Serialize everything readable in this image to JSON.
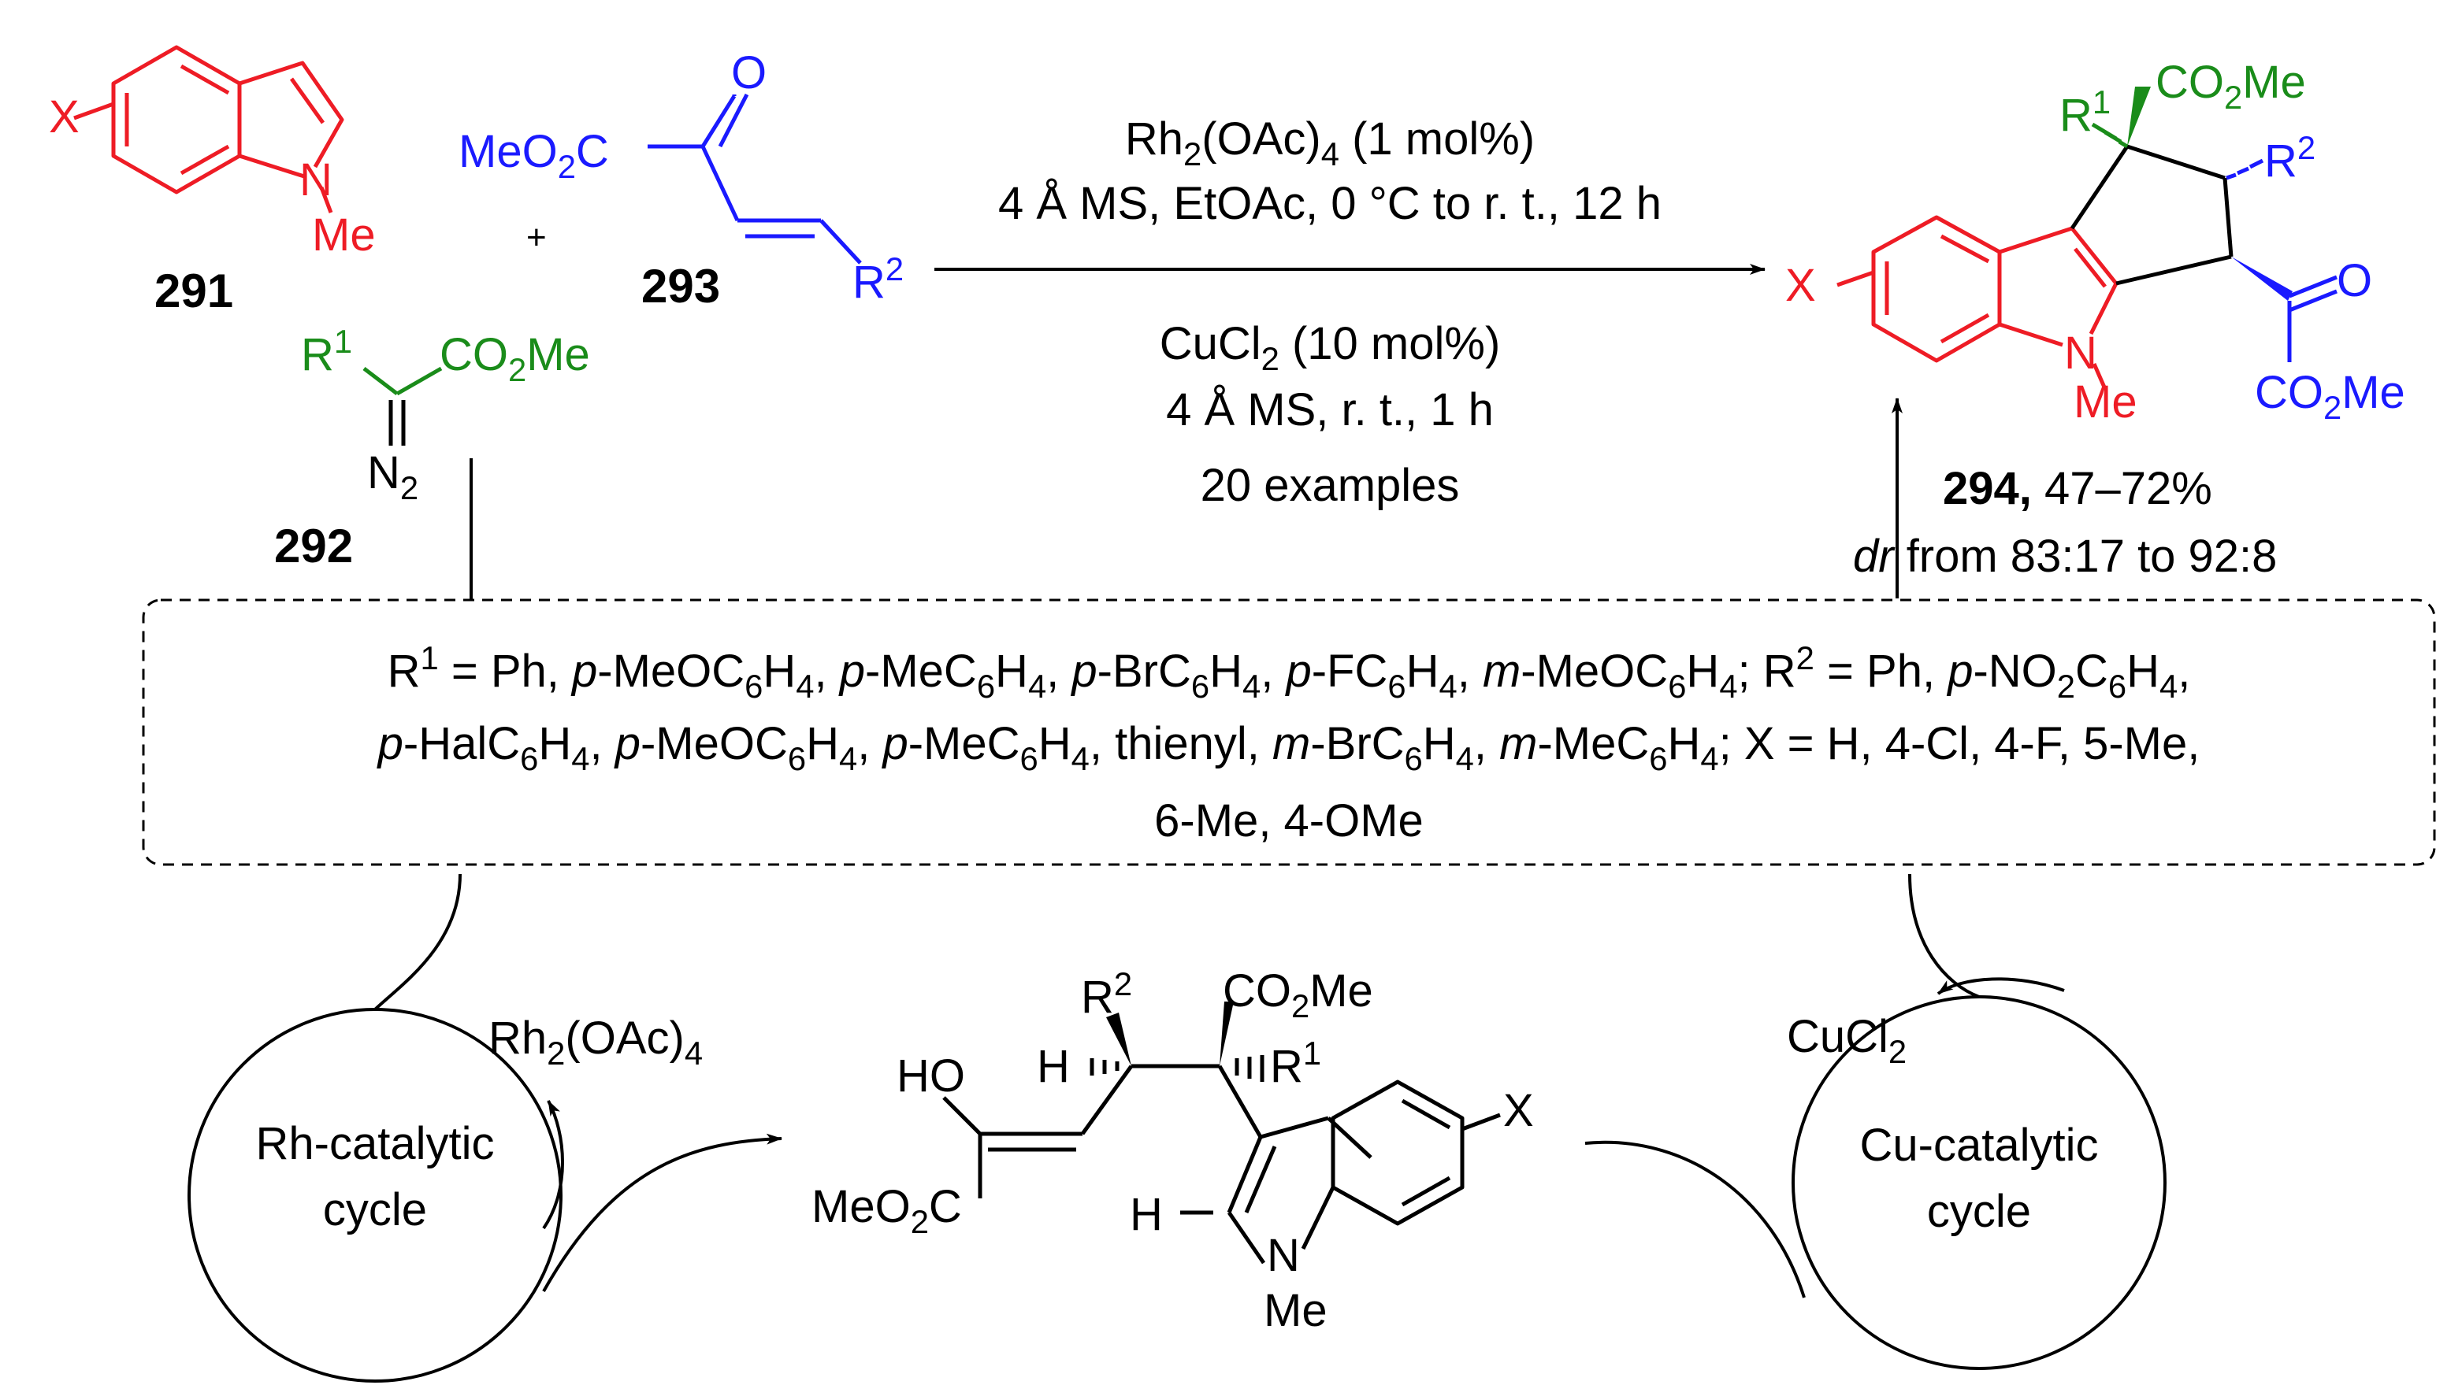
{
  "colors": {
    "indole": "#ee1c25",
    "enone": "#1a1aff",
    "diazo": "#1a8c1a",
    "ink": "#000000"
  },
  "compounds": {
    "indole": {
      "number": "291",
      "substituent": "X",
      "n_label": "N",
      "n_methyl": "Me"
    },
    "enone": {
      "number": "293",
      "ester": "MeO",
      "ester_sub": "2",
      "ester_tail": "C",
      "ketone_o": "O",
      "r": "R",
      "r_sup": "2"
    },
    "diazo": {
      "number": "292",
      "r": "R",
      "r_sup": "1",
      "ester": "CO",
      "ester_sub": "2",
      "ester_tail": "Me",
      "n2": "N",
      "n2_sub": "2"
    },
    "plus": "+",
    "product": {
      "number": "294,",
      "yield": " 47–72%",
      "dr_italic": "dr",
      "dr_text": " from 83:17 to 92:8",
      "x": "X",
      "n_label": "N",
      "n_methyl": "Me",
      "r1": "R",
      "r1_sup": "1",
      "r2": "R",
      "r2_sup": "2",
      "top_ester": "CO",
      "top_ester_sub": "2",
      "top_ester_tail": "Me",
      "ketone_o": "O",
      "bottom_ester": "CO",
      "bottom_ester_sub": "2",
      "bottom_ester_tail": "Me"
    }
  },
  "conditions": {
    "line1": {
      "pre": "Rh",
      "sub1": "2",
      "mid": "(OAc)",
      "sub2": "4",
      "post": " (1 mol%)"
    },
    "line2": "4 Å MS, EtOAc, 0 °C to r. t., 12 h",
    "line3": {
      "pre": "CuCl",
      "sub": "2",
      "post": " (10 mol%)"
    },
    "line4": "4 Å MS, r. t., 1 h",
    "line5": "20 examples"
  },
  "scope": {
    "line1": [
      [
        "R",
        ""
      ],
      [
        "1",
        "sup"
      ],
      [
        " = Ph, ",
        ""
      ],
      [
        "p",
        "i"
      ],
      [
        "-MeOC",
        ""
      ],
      [
        "6",
        "sub"
      ],
      [
        "H",
        ""
      ],
      [
        "4",
        "sub"
      ],
      [
        ", ",
        ""
      ],
      [
        "p",
        "i"
      ],
      [
        "-MeC",
        ""
      ],
      [
        "6",
        "sub"
      ],
      [
        "H",
        ""
      ],
      [
        "4",
        "sub"
      ],
      [
        ", ",
        ""
      ],
      [
        "p",
        "i"
      ],
      [
        "-BrC",
        ""
      ],
      [
        "6",
        "sub"
      ],
      [
        "H",
        ""
      ],
      [
        "4",
        "sub"
      ],
      [
        ", ",
        ""
      ],
      [
        "p",
        "i"
      ],
      [
        "-FC",
        ""
      ],
      [
        "6",
        "sub"
      ],
      [
        "H",
        ""
      ],
      [
        "4",
        "sub"
      ],
      [
        ", ",
        ""
      ],
      [
        "m",
        "i"
      ],
      [
        "-MeOC",
        ""
      ],
      [
        "6",
        "sub"
      ],
      [
        "H",
        ""
      ],
      [
        "4",
        "sub"
      ],
      [
        "; R",
        ""
      ],
      [
        "2",
        "sup"
      ],
      [
        " = Ph, ",
        ""
      ],
      [
        "p",
        "i"
      ],
      [
        "-NO",
        ""
      ],
      [
        "2",
        "sub"
      ],
      [
        "C",
        ""
      ],
      [
        "6",
        "sub"
      ],
      [
        "H",
        ""
      ],
      [
        "4",
        "sub"
      ],
      [
        ",",
        ""
      ]
    ],
    "line2": [
      [
        "p",
        "i"
      ],
      [
        "-HalC",
        ""
      ],
      [
        "6",
        "sub"
      ],
      [
        "H",
        ""
      ],
      [
        "4",
        "sub"
      ],
      [
        ", ",
        ""
      ],
      [
        "p",
        "i"
      ],
      [
        "-MeOC",
        ""
      ],
      [
        "6",
        "sub"
      ],
      [
        "H",
        ""
      ],
      [
        "4",
        "sub"
      ],
      [
        ", ",
        ""
      ],
      [
        "p",
        "i"
      ],
      [
        "-MeC",
        ""
      ],
      [
        "6",
        "sub"
      ],
      [
        "H",
        ""
      ],
      [
        "4",
        "sub"
      ],
      [
        ", thienyl, ",
        ""
      ],
      [
        "m",
        "i"
      ],
      [
        "-BrC",
        ""
      ],
      [
        "6",
        "sub"
      ],
      [
        "H",
        ""
      ],
      [
        "4",
        "sub"
      ],
      [
        ", ",
        ""
      ],
      [
        "m",
        "i"
      ],
      [
        "-MeC",
        ""
      ],
      [
        "6",
        "sub"
      ],
      [
        "H",
        ""
      ],
      [
        "4",
        "sub"
      ],
      [
        "; X = H, 4-Cl, 4-F, 5-Me,",
        ""
      ]
    ],
    "line3": "6-Me, 4-OMe"
  },
  "intermediate": {
    "ho": "HO",
    "h_alkene": "H",
    "r2": "R",
    "r2_sup": "2",
    "ester_top": "CO",
    "ester_top_sub": "2",
    "ester_top_tail": "Me",
    "r1": "R",
    "r1_sup": "1",
    "ester_left": "MeO",
    "ester_left_sub": "2",
    "ester_left_tail": "C",
    "x": "X",
    "h_indole": "H",
    "n_label": "N",
    "n_methyl": "Me"
  },
  "cycles": {
    "rh": {
      "catalyst": "Rh",
      "sub1": "2",
      "mid": "(OAc)",
      "sub2": "4",
      "label_line1": "Rh-catalytic",
      "label_line2": "cycle"
    },
    "cu": {
      "catalyst": "CuCl",
      "sub": "2",
      "label_line1": "Cu-catalytic",
      "label_line2": "cycle"
    }
  }
}
